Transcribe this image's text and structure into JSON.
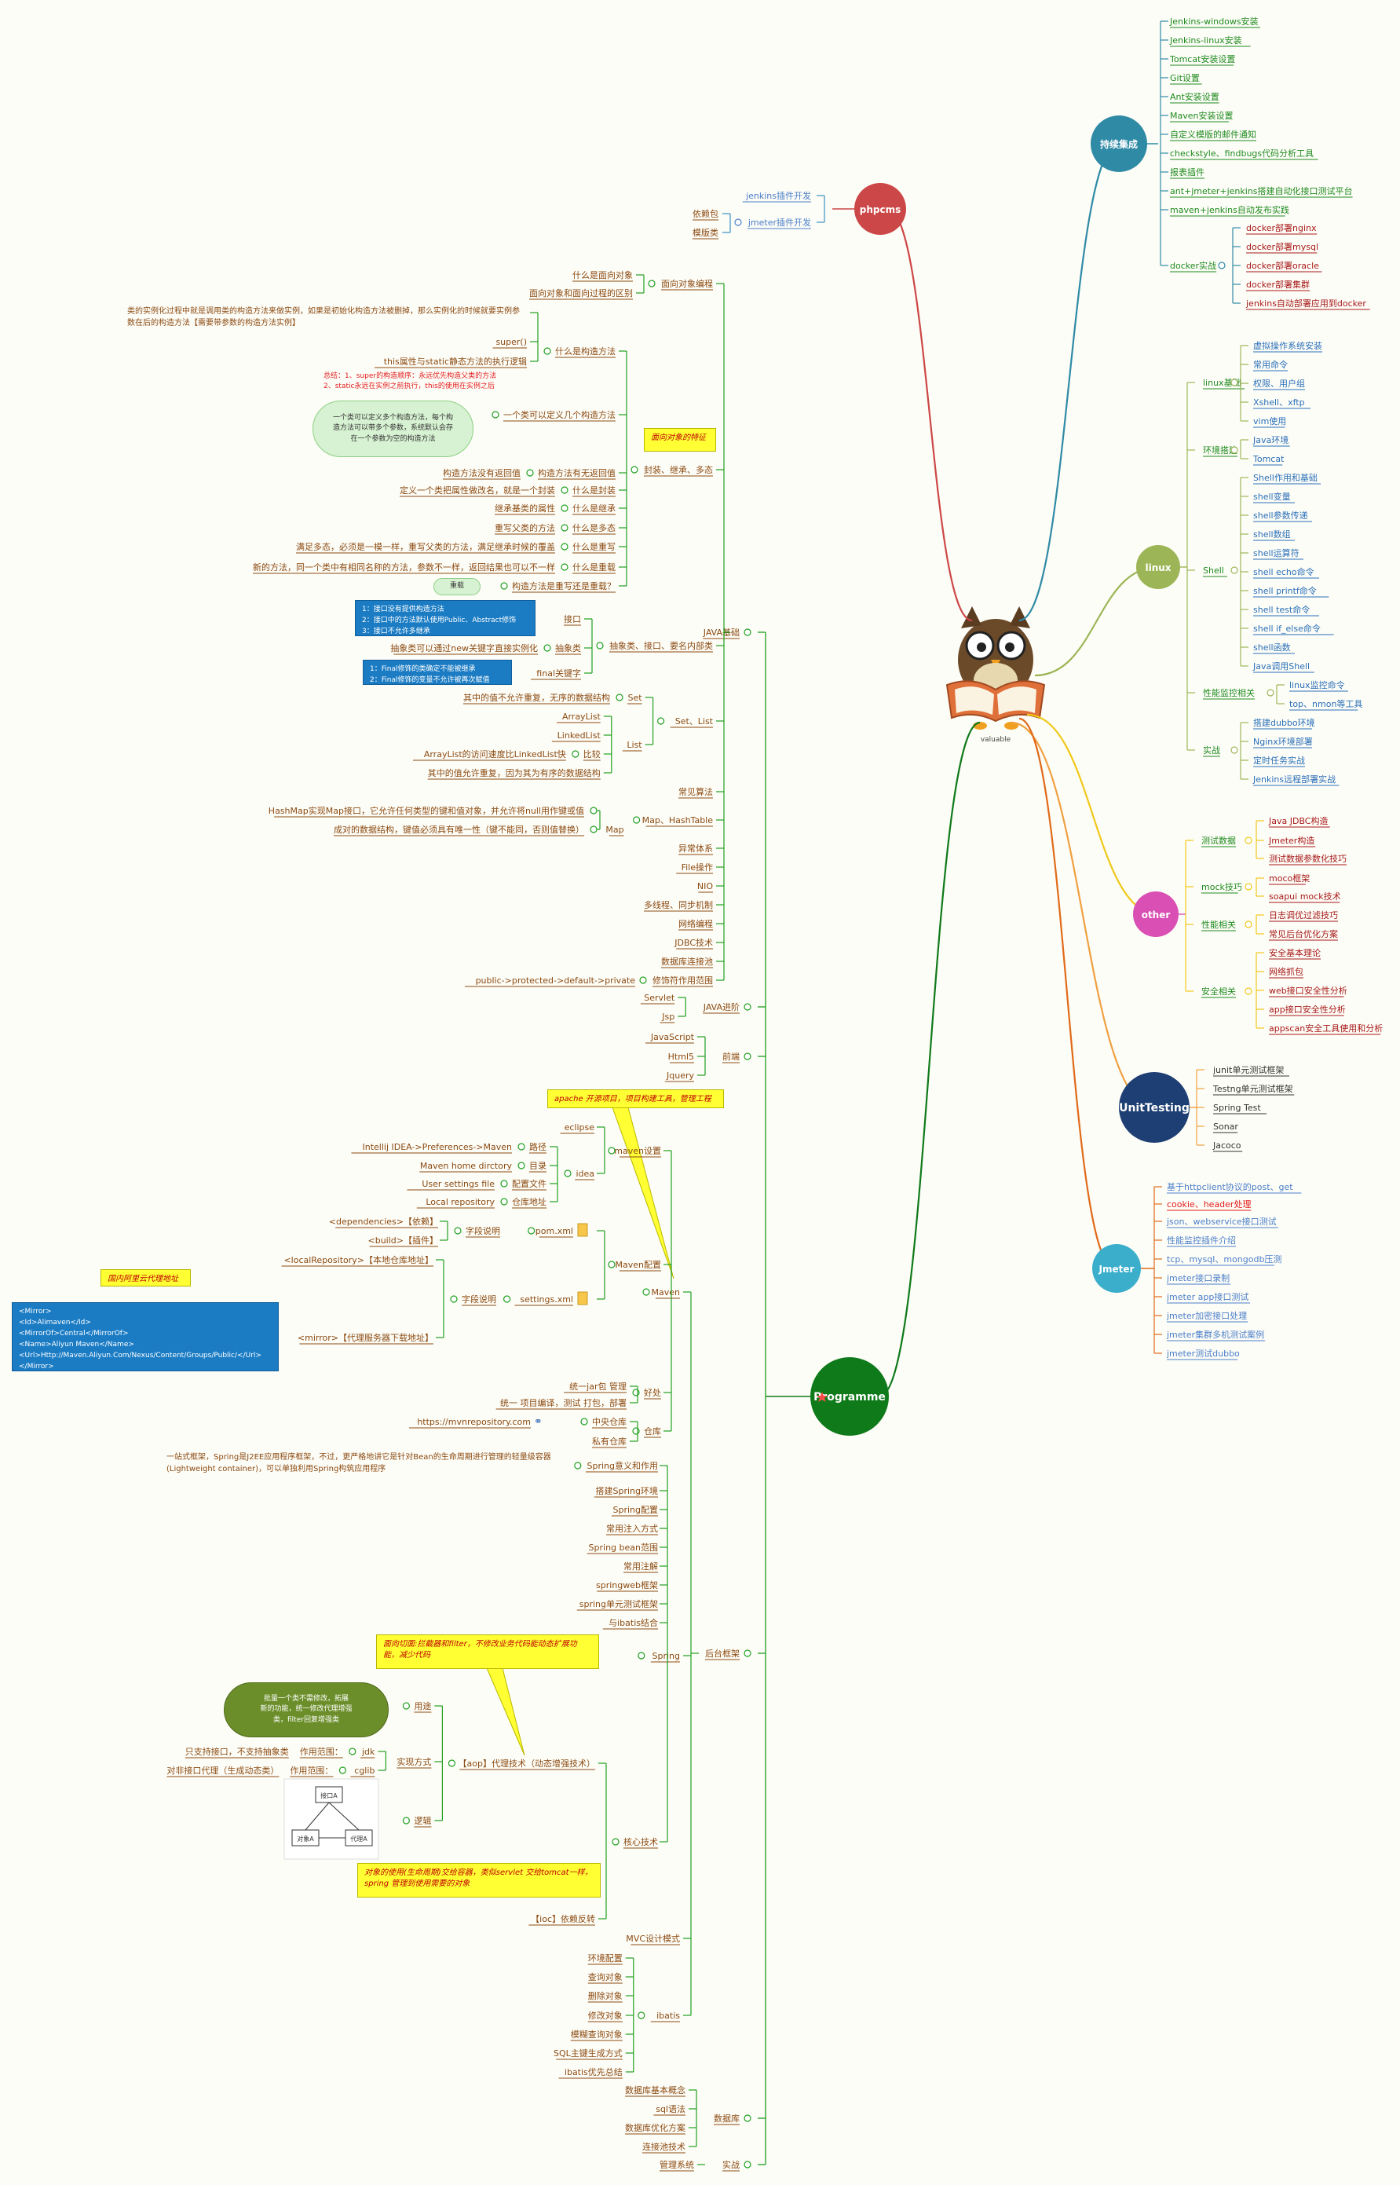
{
  "center": {
    "caption": "valuable",
    "icon": "owl-reading-book-icon"
  },
  "colors": {
    "ci": "#2f8aa6",
    "phpcms": "#cc4747",
    "linux": "#9cb556",
    "other": "#d94fb3",
    "unit": "#1e3f73",
    "jmeter": "#3aaecb",
    "prog": "#0f7a1a",
    "green_text": "#1f8a1f",
    "brown_text": "#8b4a12",
    "blue_text": "#4b7ec9",
    "red_text": "#a71919",
    "callout_bg": "#ffff33",
    "blue_box": "#1b7cc4"
  },
  "hubs": {
    "ci": "持续集成",
    "phpcms": "phpcms",
    "linux": "linux",
    "other": "other",
    "unit": "UnitTesting",
    "jmeter": "Jmeter",
    "prog": "Programme"
  },
  "ci_items": [
    "Jenkins-windows安装",
    "Jenkins-linux安装",
    "Tomcat安装设置",
    "Git设置",
    "Ant安装设置",
    "Maven安装设置",
    "自定义模版的邮件通知",
    "checkstyle、findbugs代码分析工具",
    "报表插件",
    "ant+jmeter+jenkins搭建自动化接口测试平台",
    "maven+jenkins自动发布实践"
  ],
  "docker": {
    "label": "docker实战",
    "items": [
      "docker部署nginx",
      "docker部署mysql",
      "docker部署oracle",
      "docker部署集群",
      "jenkins自动部署应用到docker"
    ]
  },
  "phpcms": {
    "plugins": [
      {
        "label": "jenkins插件开发",
        "children": []
      },
      {
        "label": "jmeter插件开发",
        "children": [
          "依赖包",
          "模版类"
        ]
      }
    ]
  },
  "linux": {
    "groups": [
      {
        "label": "linux基础",
        "items": [
          "虚拟操作系统安装",
          "常用命令",
          "权限、用户组",
          "Xshell、xftp",
          "vim使用"
        ]
      },
      {
        "label": "环境搭建",
        "items": [
          "Java环境",
          "Tomcat"
        ]
      },
      {
        "label": "Shell",
        "items": [
          "Shell作用和基础",
          "shell变量",
          "shell参数传递",
          "shell数组",
          "shell运算符",
          "shell echo命令",
          "shell printf命令",
          "shell test命令",
          "shell if_else命令",
          "shell函数",
          "Java调用Shell"
        ]
      },
      {
        "label": "性能监控相关",
        "items": [
          "linux监控命令",
          "top、nmon等工具"
        ]
      },
      {
        "label": "实战",
        "items": [
          "搭建dubbo环境",
          "Nginx环境部署",
          "定时任务实战",
          "Jenkins远程部署实战"
        ]
      }
    ]
  },
  "other": {
    "groups": [
      {
        "label": "测试数据",
        "items": [
          "Java JDBC构造",
          "Jmeter构造",
          "测试数据参数化技巧"
        ]
      },
      {
        "label": "mock技巧",
        "items": [
          "moco框架",
          "soapui mock技术"
        ]
      },
      {
        "label": "性能相关",
        "items": [
          "日志调优过滤技巧",
          "常见后台优化方案"
        ]
      },
      {
        "label": "安全相关",
        "items": [
          "安全基本理论",
          "网络抓包",
          "web接口安全性分析",
          "app接口安全性分析",
          "appscan安全工具使用和分析"
        ]
      }
    ]
  },
  "unit_items": [
    "junit单元测试框架",
    "Testng单元测试框架",
    "Spring Test",
    "Sonar",
    "Jacoco"
  ],
  "jmeter_items": [
    "基于httpclient协议的post、get",
    "cookie、header处理",
    "json、webservice接口测试",
    "性能监控插件介绍",
    "tcp、mysql、mongodb压测",
    "jmeter接口录制",
    "jmeter app接口测试",
    "jmeter加密接口处理",
    "jmeter集群多机测试案例",
    "jmeter测试dubbo"
  ],
  "prog": {
    "java_base": "JAVA基础",
    "oo": {
      "label": "面向对象编程",
      "items": [
        "什么是面向对象",
        "面向对象和面向过程的区别"
      ]
    },
    "enc": {
      "label": "封装、继承、多态",
      "callout": "面向对象的特征",
      "ctor": {
        "label": "什么是构造方法",
        "desc": "类的实例化过程中就是调用类的构造方法来做实例，如果是初始化构造方法被删掉，那么实例化的时候就要实例参数在后的构造方法【需要带参数的构造方法实例】",
        "super": "super()",
        "this": "this属性与static静态方法的执行逻辑",
        "summary": [
          "总结：1、super的构造顺序：永远优先构造父类的方法",
          "2、static永远在实例之前执行，this的使用在实例之后"
        ]
      },
      "multi": {
        "label": "一个类可以定义几个构造方法",
        "cloud": [
          "一个类可以定义多个构造方法，每个构",
          "造方法可以带多个参数，系统默认会存",
          "在一个参数为空的构造方法"
        ]
      },
      "ret": {
        "label": "构造方法有无返回值",
        "value": "构造方法没有返回值"
      },
      "pairs": [
        {
          "label": "什么是封装",
          "desc": "定义一个类把属性做改名，就是一个封装"
        },
        {
          "label": "什么是继承",
          "desc": "继承基类的属性"
        },
        {
          "label": "什么是多态",
          "desc": "重写父类的方法"
        },
        {
          "label": "什么是重写",
          "desc": "满足多态，必须是一模一样，重写父类的方法，满足继承时候的覆盖"
        },
        {
          "label": "什么是重载",
          "desc": "新的方法，同一个类中有相同名称的方法，参数不一样，返回结果也可以不一样"
        }
      ],
      "overload": {
        "label": "构造方法是重写还是重载？",
        "answer": "重载"
      }
    },
    "abs": {
      "label": "抽象类、接口、要名内部类",
      "iface": {
        "label": "接口",
        "box": [
          "1：接口没有提供构造方法",
          "2：接口中的方法默认使用Public、Abstract修饰",
          "3：接口不允许多继承"
        ]
      },
      "abstract": {
        "label": "抽象类",
        "desc": "抽象类可以通过new关键字直接实例化"
      },
      "final": {
        "label": "final关键字",
        "box": [
          "1：Final修饰的类确定不能被继承",
          "2：Final修饰的变量不允许被再次赋值"
        ]
      }
    },
    "set": {
      "label": "Set、List",
      "set": {
        "label": "Set",
        "desc": "其中的值不允许重复，无序的数据结构"
      },
      "list": {
        "label": "List",
        "items": [
          "ArrayList",
          "LinkedList",
          "ArrayList的访问速度比LinkedList快"
        ],
        "compare": "比较",
        "desc": "其中的值允许重复，因为其为有序的数据结构"
      }
    },
    "java_items": [
      "常见算法"
    ],
    "map": {
      "label": "Map、HashTable",
      "sub": "Map",
      "desc1": "HashMap实现Map接口，它允许任何类型的键和值对象，并允许将null用作键或值",
      "desc2": "成对的数据结构，键值必须具有唯一性（键不能同，否则值替换）"
    },
    "java_items2": [
      "异常体系",
      "File操作",
      "NIO",
      "多线程、同步机制",
      "网络编程",
      "JDBC技术",
      "数据库连接池"
    ],
    "scope": {
      "label": "修饰符作用范围",
      "desc": "public->protected->default->private"
    },
    "advanced": {
      "label": "JAVA进阶",
      "items": [
        "Servlet",
        "Jsp"
      ]
    },
    "front": {
      "label": "前端",
      "items": [
        "JavaScript",
        "Html5",
        "Jquery"
      ]
    },
    "backend": "后台框架",
    "maven": {
      "label": "Maven",
      "callout": "apache 开源项目，项目构建工具，管理工程",
      "setup": {
        "label": "maven设置",
        "eclipse": "eclipse",
        "idea": "idea",
        "rows": [
          {
            "label": "路径",
            "desc": "Intellij IDEA->Preferences->Maven"
          },
          {
            "label": "目录",
            "desc": "Maven home dirctory"
          },
          {
            "label": "配置文件",
            "desc": "User settings file"
          },
          {
            "label": "仓库地址",
            "desc": "Local repository"
          }
        ]
      },
      "config": {
        "label": "Maven配置",
        "pom": {
          "label": "pom.xml",
          "field": "字段说明",
          "items": [
            "<dependencies>【依赖】",
            "<build>【插件】"
          ]
        },
        "settings": {
          "label": "settings.xml",
          "field": "字段说明",
          "items": [
            "<localRepository>【本地仓库地址】",
            "<mirror>【代理服务器下载地址】"
          ],
          "callout": "国内阿里云代理地址",
          "box": [
            "<Mirror>",
            "    <Id>Alimaven</Id>",
            "    <MirrorOf>Central</MirrorOf>",
            "    <Name>Aliyun Maven</Name>",
            "    <Url>Http://Maven.Aliyun.Com/Nexus/Content/Groups/Public/</Url>",
            "</Mirror>"
          ]
        }
      },
      "good": {
        "label": "好处",
        "items": [
          "统一jar包 管理",
          "统一 项目编译，测试 打包，部署"
        ]
      },
      "repo": {
        "label": "仓库",
        "items": [
          "中央仓库",
          "私有仓库"
        ],
        "url": "https://mvnrepository.com"
      }
    },
    "spring": {
      "label": "Spring",
      "meaning": {
        "label": "Spring意义和作用",
        "desc": "一站式框架，Spring是J2EE应用程序框架，不过，更严格地讲它是针对Bean的生命周期进行管理的轻量级容器(Lightweight container)，可以单独利用Spring构筑应用程序"
      },
      "items": [
        "搭建Spring环境",
        "Spring配置",
        "常用注入方式",
        "Spring bean范围",
        "常用注解",
        "springweb框架",
        "spring单元测试框架",
        "与ibatis结合"
      ],
      "core": {
        "label": "核心技术",
        "aop": {
          "label": "【aop】代理技术（动态增强技术）",
          "callout": "面向切面:拦截器和filter，不修改业务代码能动态扩展功能，减少代码",
          "use": {
            "label": "用途",
            "cloud": [
              "批量一个类不需修改，拓展",
              "新的功能，统一修改代理增强",
              "类，filter回复增强类"
            ]
          },
          "impl": {
            "label": "实现方式",
            "jdk": {
              "label": "jdk",
              "scope": "作用范围：",
              "desc": "只支持接口，不支持抽象类"
            },
            "cglib": {
              "label": "cglib",
              "scope": "作用范围：",
              "desc": "对非接口代理（生成动态类）"
            }
          },
          "logic": {
            "label": "逻辑",
            "diagram": [
              "接口A",
              "对象A",
              "代理A"
            ]
          }
        },
        "ioc": {
          "label": "【ioc】依赖反转",
          "callout": "对象的使用(生命周期)交给容器，类似servlet 交给tomcat一样，spring 管理到使用需要的对象"
        }
      }
    },
    "mvc": "MVC设计模式",
    "ibatis": {
      "label": "ibatis",
      "items": [
        "环境配置",
        "查询对象",
        "删除对象",
        "修改对象",
        "模糊查询对象",
        "SQL主键生成方式",
        "ibatis优先总结"
      ]
    },
    "db": {
      "label": "数据库",
      "items": [
        "数据库基本概念",
        "sql语法",
        "数据库优化方案",
        "连接池技术"
      ]
    },
    "practice": {
      "label": "实战",
      "items": [
        "管理系统"
      ]
    }
  }
}
